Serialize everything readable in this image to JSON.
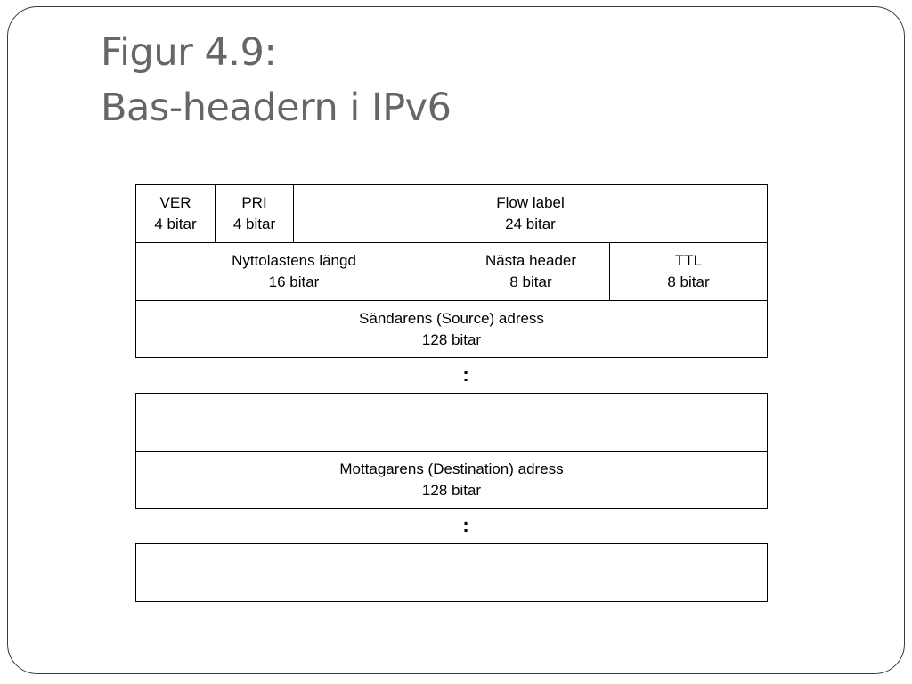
{
  "slide": {
    "title_line1": "Figur 4.9:",
    "title_line2": "Bas-headern i IPv6"
  },
  "header": {
    "ver": {
      "name": "VER",
      "size": "4 bitar"
    },
    "pri": {
      "name": "PRI",
      "size": "4 bitar"
    },
    "flow_label": {
      "name": "Flow label",
      "size": "24 bitar"
    },
    "payload_length": {
      "name": "Nyttolastens längd",
      "size": "16 bitar"
    },
    "next_header": {
      "name": "Nästa header",
      "size": "8 bitar"
    },
    "ttl": {
      "name": "TTL",
      "size": "8 bitar"
    },
    "source_address": {
      "name": "Sändarens (Source) adress",
      "size": "128 bitar"
    },
    "continuation_1": ":",
    "destination_address": {
      "name": "Mottagarens (Destination) adress",
      "size": "128 bitar"
    },
    "continuation_2": ":"
  }
}
